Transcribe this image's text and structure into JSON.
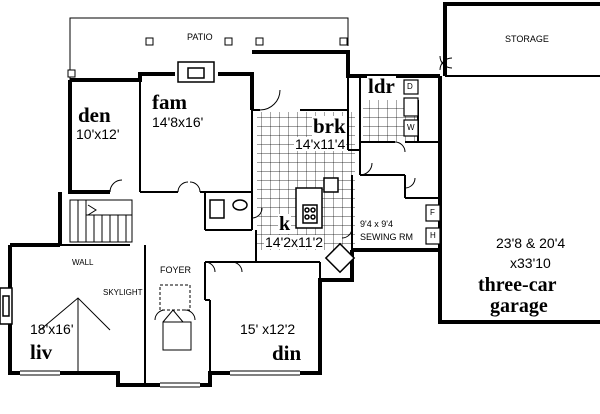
{
  "labels": {
    "patio": "PATIO",
    "storage": "STORAGE",
    "den": "den",
    "den_dim": "10'x12'",
    "fam": "fam",
    "fam_dim": "14'8x16'",
    "ldr": "ldr",
    "ldr_d": "D",
    "ldr_w": "W",
    "brk": "brk",
    "brk_dim": "14'x11'4",
    "k": "k",
    "k_dim": "14'2x11'2",
    "sewing_dim": "9'4 x 9'4",
    "sewing": "SEWING RM",
    "wall": "WALL",
    "foyer": "FOYER",
    "skylight": "SKYLIGHT",
    "liv_dim": "18'x16'",
    "liv": "liv",
    "din_dim": "15' x12'2",
    "din": "din",
    "garage_dim1": "23'8 & 20'4",
    "garage_dim2": "x33'10",
    "garage_name1": "three-car",
    "garage_name2": "garage",
    "furnace": "F",
    "heater": "H"
  }
}
